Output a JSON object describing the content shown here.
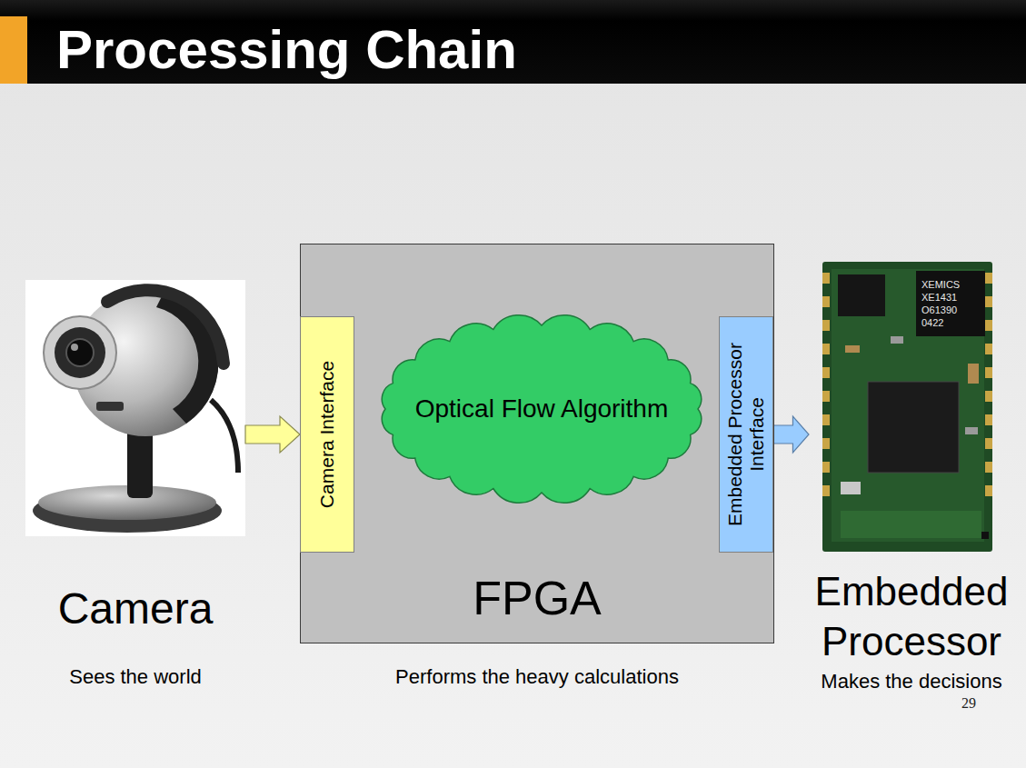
{
  "diagram": {
    "title": "Processing Chain",
    "nodes": [
      {
        "text": [
          "Camera",
          "Sees the world"
        ]
      },
      {
        "text": [
          "FPGA",
          "Performs the heavy calculations"
        ]
      },
      {
        "text": [
          "Camera Interface"
        ],
        "in": 1
      },
      {
        "text": [
          "Optical Flow Algorithm"
        ],
        "in": 1
      },
      {
        "text": [
          "Embedded Processor Interface"
        ],
        "in": 1
      },
      {
        "text": [
          "Embedded Processor",
          "Makes the decisions"
        ]
      }
    ],
    "edges": [
      {
        "from": 0,
        "to": 2,
        "arrow": "to"
      },
      {
        "from": 4,
        "to": 5,
        "arrow": "to"
      }
    ],
    "labels": [
      "29",
      "XEMICS XE1431 O61390 0422"
    ]
  }
}
